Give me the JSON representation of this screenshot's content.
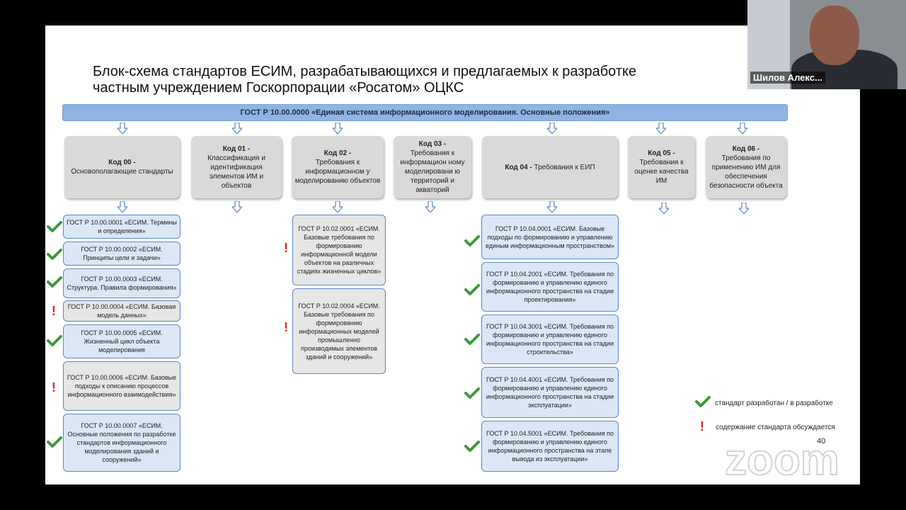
{
  "title_line1": "Блок-схема стандартов ЕСИМ, разрабатывающихся и предлагаемых к разработке",
  "title_line2": "частным учреждением Госкорпорации «Росатом» ОЦКС",
  "banner": "ГОСТ Р 10.00.0000 «Единая система информационного моделирования. Основные положения»",
  "codes": [
    {
      "code": "Код 00 -",
      "text": "Основополагающие стандарты"
    },
    {
      "code": "Код 01 -",
      "text": "Классификация и идентификация элементов ИМ и объектов"
    },
    {
      "code": "Код 02 -",
      "text": "Требования к информационном у моделированию объектов"
    },
    {
      "code": "Код 03 -",
      "text": "Требования к информацион ному моделировани ю территорий и акваторий"
    },
    {
      "code": "Код 04 -",
      "text": "Требования к ЕИП"
    },
    {
      "code": "Код 05 -",
      "text": "Требования к оценке качества ИМ"
    },
    {
      "code": "Код 06 -",
      "text": "Требования по применению ИМ для обеспечения безопасности объекта"
    }
  ],
  "col00": [
    {
      "text": "ГОСТ Р 10.00.0001 «ЕСИМ. Термины и определения»",
      "status": "check"
    },
    {
      "text": "ГОСТ Р 10.00.0002 «ЕСИМ. Принципы цели и задачи»",
      "status": "check"
    },
    {
      "text": "ГОСТ Р 10.00.0003 «ЕСИМ. Структура. Правила формирования»",
      "status": "check"
    },
    {
      "text": "ГОСТ Р 10.00.0004 «ЕСИМ. Базовая модель данных»",
      "status": "excl"
    },
    {
      "text": "ГОСТ Р 10.00.0005 «ЕСИМ. Жизненный цикл объекта моделирования",
      "status": "check"
    },
    {
      "text": "ГОСТ Р 10.00.0006 «ЕСИМ. Базовые подходы к описанию процессов информационного взаимодействия»",
      "status": "excl"
    },
    {
      "text": "ГОСТ Р 10.00.0007 «ЕСИМ. Основные положения по разработке стандартов информационного моделирования зданий и сооружений»",
      "status": "check"
    }
  ],
  "col02": [
    {
      "text": "ГОСТ Р 10.02.0001 «ЕСИМ. Базовые требования по формированию информационной модели объектов на различных стадиях жизненных циклов»",
      "status": "excl"
    },
    {
      "text": "ГОСТ Р 10.02.0004 «ЕСИМ. Базовые требования по формированию информационных моделей промышленно производимых элементов зданий и сооружений»",
      "status": "excl"
    }
  ],
  "col04": [
    {
      "text": "ГОСТ Р 10.04.0001 «ЕСИМ. Базовые подходы по формированию и управлению единым информационным пространством»",
      "status": "check"
    },
    {
      "text": "ГОСТ Р 10.04.2001 «ЕСИМ. Требования по формированию и управлению единого информационного пространства на стадии проектирования»",
      "status": "check"
    },
    {
      "text": "ГОСТ Р 10.04.3001 «ЕСИМ. Требования по формированию и управлению единого информационного пространства на стадии строительства»",
      "status": "check"
    },
    {
      "text": "ГОСТ Р 10.04.4001 «ЕСИМ. Требования по формированию и управлению единого информационного пространства на стадии эксплуатации»",
      "status": "check"
    },
    {
      "text": "ГОСТ Р 10.04.5001 «ЕСИМ. Требования по формированию и управлению единого информационного пространства на этапе вывода из эксплуатации»",
      "status": "check"
    }
  ],
  "legend": {
    "check": "стандарт разработан / в разработке",
    "excl": "содержание стандарта обсуждается"
  },
  "page_number": "40",
  "participant_name": "Шилов Алекс...",
  "zoom_logo": "zoom",
  "colors": {
    "banner": "#8fb4e3",
    "std_fill": "#dbe7f6",
    "std_border": "#5b87c5",
    "check": "#3a9a3a",
    "excl": "#e4202a",
    "code_fill": "#d9d9d9"
  }
}
